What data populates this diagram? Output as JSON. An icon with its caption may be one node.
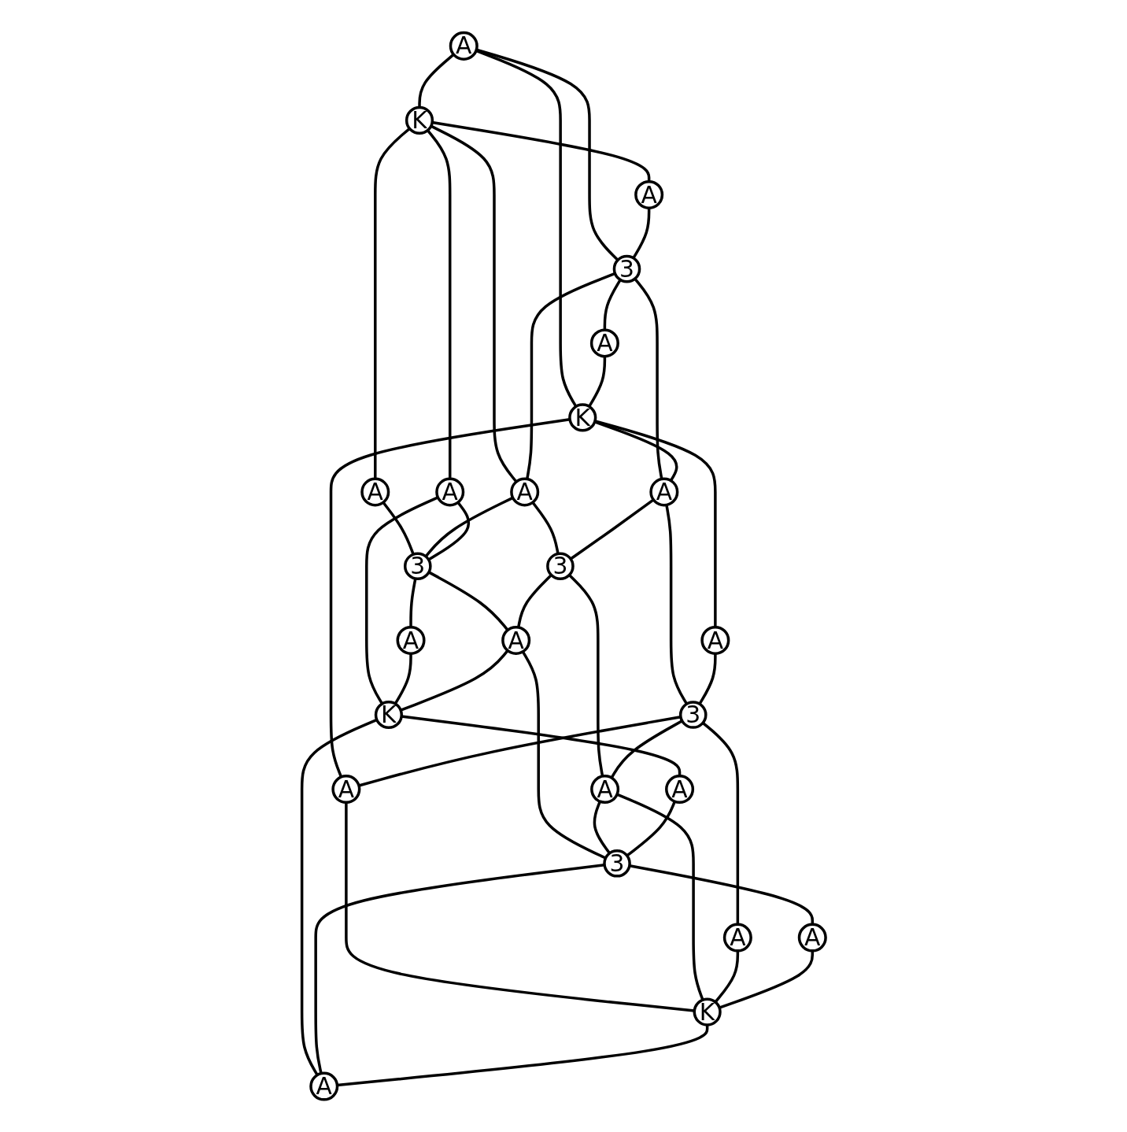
{
  "diagram": {
    "nodes": [
      {
        "text": [
          "A"
        ]
      },
      {
        "text": [
          "K"
        ]
      },
      {
        "text": [
          "A"
        ]
      },
      {
        "text": [
          "3"
        ]
      },
      {
        "text": [
          "A"
        ]
      },
      {
        "text": [
          "K"
        ]
      },
      {
        "text": [
          "A"
        ]
      },
      {
        "text": [
          "A"
        ]
      },
      {
        "text": [
          "A"
        ]
      },
      {
        "text": [
          "A"
        ]
      },
      {
        "text": [
          "A"
        ]
      },
      {
        "text": [
          "3"
        ]
      },
      {
        "text": [
          "3"
        ]
      },
      {
        "text": [
          "3"
        ]
      },
      {
        "text": [
          "A"
        ]
      },
      {
        "text": [
          "A"
        ]
      },
      {
        "text": [
          "A"
        ]
      },
      {
        "text": [
          "A"
        ]
      },
      {
        "text": [
          "A"
        ]
      },
      {
        "text": [
          "K"
        ]
      },
      {
        "text": [
          "A"
        ]
      },
      {
        "text": [
          "3"
        ]
      },
      {
        "text": [
          "A"
        ]
      },
      {
        "text": [
          "K"
        ]
      },
      {
        "text": [
          "A"
        ]
      }
    ],
    "edges": [
      {
        "from": 0,
        "to": 1,
        "arrow": "none"
      },
      {
        "from": 0,
        "to": 3,
        "arrow": "none"
      },
      {
        "from": 0,
        "to": 5,
        "arrow": "none"
      },
      {
        "from": 1,
        "to": 2,
        "arrow": "none"
      },
      {
        "from": 2,
        "to": 3,
        "arrow": "none"
      },
      {
        "from": 3,
        "to": 4,
        "arrow": "none"
      },
      {
        "from": 4,
        "to": 5,
        "arrow": "none"
      },
      {
        "from": 1,
        "to": 6,
        "arrow": "none"
      },
      {
        "from": 1,
        "to": 7,
        "arrow": "none"
      },
      {
        "from": 1,
        "to": 10,
        "arrow": "none"
      },
      {
        "from": 3,
        "to": 7,
        "arrow": "none"
      },
      {
        "from": 3,
        "to": 8,
        "arrow": "none"
      },
      {
        "from": 5,
        "to": 8,
        "arrow": "none"
      },
      {
        "from": 5,
        "to": 9,
        "arrow": "none"
      },
      {
        "from": 5,
        "to": 14,
        "arrow": "none"
      },
      {
        "from": 6,
        "to": 11,
        "arrow": "none"
      },
      {
        "from": 7,
        "to": 11,
        "arrow": "none"
      },
      {
        "from": 7,
        "to": 12,
        "arrow": "none"
      },
      {
        "from": 8,
        "to": 12,
        "arrow": "none"
      },
      {
        "from": 8,
        "to": 13,
        "arrow": "none"
      },
      {
        "from": 9,
        "to": 13,
        "arrow": "none"
      },
      {
        "from": 10,
        "to": 11,
        "arrow": "none"
      },
      {
        "from": 10,
        "to": 19,
        "arrow": "none"
      },
      {
        "from": 11,
        "to": 15,
        "arrow": "none"
      },
      {
        "from": 11,
        "to": 16,
        "arrow": "none"
      },
      {
        "from": 12,
        "to": 16,
        "arrow": "none"
      },
      {
        "from": 12,
        "to": 17,
        "arrow": "none"
      },
      {
        "from": 13,
        "to": 14,
        "arrow": "none"
      },
      {
        "from": 13,
        "to": 17,
        "arrow": "none"
      },
      {
        "from": 13,
        "to": 18,
        "arrow": "none"
      },
      {
        "from": 14,
        "to": 23,
        "arrow": "none"
      },
      {
        "from": 15,
        "to": 19,
        "arrow": "none"
      },
      {
        "from": 16,
        "to": 19,
        "arrow": "none"
      },
      {
        "from": 16,
        "to": 21,
        "arrow": "none"
      },
      {
        "from": 17,
        "to": 21,
        "arrow": "none"
      },
      {
        "from": 17,
        "to": 23,
        "arrow": "none"
      },
      {
        "from": 18,
        "to": 23,
        "arrow": "none"
      },
      {
        "from": 19,
        "to": 20,
        "arrow": "none"
      },
      {
        "from": 20,
        "to": 21,
        "arrow": "none"
      },
      {
        "from": 21,
        "to": 22,
        "arrow": "none"
      },
      {
        "from": 22,
        "to": 23,
        "arrow": "none"
      },
      {
        "from": 19,
        "to": 24,
        "arrow": "none"
      },
      {
        "from": 21,
        "to": 24,
        "arrow": "none"
      },
      {
        "from": 23,
        "to": 24,
        "arrow": "none"
      }
    ]
  }
}
